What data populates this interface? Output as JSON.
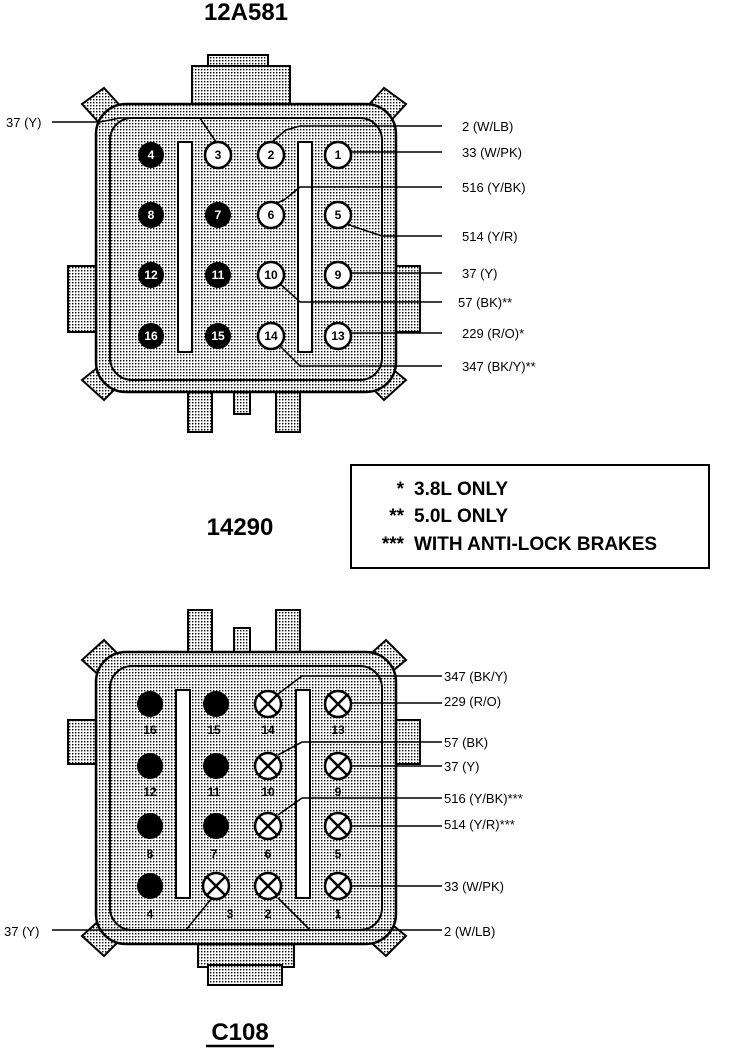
{
  "top_connector": {
    "id": "12A581",
    "pins": [
      {
        "n": "1",
        "filled": false
      },
      {
        "n": "2",
        "filled": false
      },
      {
        "n": "3",
        "filled": false
      },
      {
        "n": "4",
        "filled": true
      },
      {
        "n": "5",
        "filled": false
      },
      {
        "n": "6",
        "filled": false
      },
      {
        "n": "7",
        "filled": true
      },
      {
        "n": "8",
        "filled": true
      },
      {
        "n": "9",
        "filled": false
      },
      {
        "n": "10",
        "filled": false
      },
      {
        "n": "11",
        "filled": true
      },
      {
        "n": "12",
        "filled": true
      },
      {
        "n": "13",
        "filled": false
      },
      {
        "n": "14",
        "filled": false
      },
      {
        "n": "15",
        "filled": true
      },
      {
        "n": "16",
        "filled": true
      }
    ],
    "labels": {
      "left_37": "37 (Y)",
      "w2": "2 (W/LB)",
      "w33": "33 (W/PK)",
      "w516": "516 (Y/BK)",
      "w514": "514 (Y/R)",
      "w37": "37 (Y)",
      "w57": "57 (BK)**",
      "w229": "229 (R/O)*",
      "w347": "347 (BK/Y)**"
    }
  },
  "legend": {
    "rows": [
      {
        "marker": "*",
        "text": "3.8L ONLY"
      },
      {
        "marker": "**",
        "text": "5.0L ONLY"
      },
      {
        "marker": "***",
        "text": "WITH ANTI-LOCK BRAKES"
      }
    ]
  },
  "bottom_connector": {
    "id": "14290",
    "name": "C108",
    "pins": [
      {
        "n": "1",
        "filled": false
      },
      {
        "n": "2",
        "filled": false
      },
      {
        "n": "3",
        "filled": false
      },
      {
        "n": "4",
        "filled": true
      },
      {
        "n": "5",
        "filled": false
      },
      {
        "n": "6",
        "filled": false
      },
      {
        "n": "7",
        "filled": true
      },
      {
        "n": "8",
        "filled": true
      },
      {
        "n": "9",
        "filled": false
      },
      {
        "n": "10",
        "filled": false
      },
      {
        "n": "11",
        "filled": true
      },
      {
        "n": "12",
        "filled": true
      },
      {
        "n": "13",
        "filled": false
      },
      {
        "n": "14",
        "filled": false
      },
      {
        "n": "15",
        "filled": true
      },
      {
        "n": "16",
        "filled": true
      }
    ],
    "labels": {
      "w347": "347 (BK/Y)",
      "w229": "229 (R/O)",
      "w57": "57 (BK)",
      "w37": "37 (Y)",
      "w516": "516 (Y/BK)***",
      "w514": "514 (Y/R)***",
      "w33": "33 (W/PK)",
      "w2": "2 (W/LB)",
      "left_37": "37 (Y)"
    }
  },
  "colors": {
    "ink": "#000000",
    "shade": "#c8c8c8",
    "paper": "#ffffff"
  }
}
